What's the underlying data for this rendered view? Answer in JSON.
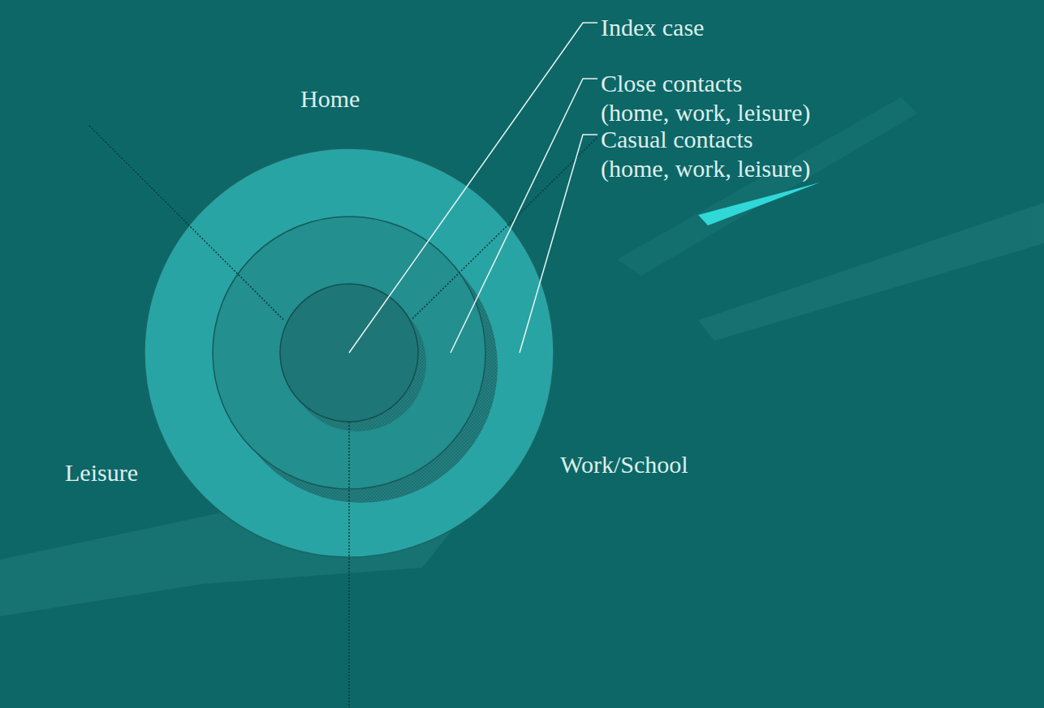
{
  "diagram": {
    "labels": [
      "Index case",
      "Close contacts (home, work, leisure)",
      "Casual contacts (home, work, leisure)",
      "Home",
      "Leisure",
      "Work/School"
    ]
  }
}
